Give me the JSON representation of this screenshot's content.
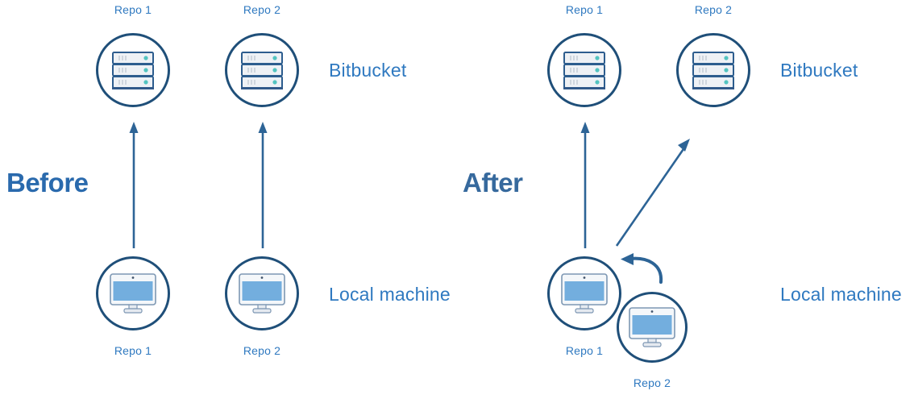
{
  "diagram": {
    "title_before": "Before",
    "title_after": "After",
    "colors": {
      "accent_blue": "#2f79c0",
      "heading_blue": "#2a6aad",
      "circle_border": "#1f4f79",
      "arrow": "#2d6496",
      "screen_blue": "#73aede",
      "server_dot_teal": "#53c4c0"
    }
  },
  "row_labels": {
    "remote_before": "Bitbucket",
    "local_before": "Local machine",
    "remote_after": "Bitbucket",
    "local_after": "Local machine"
  },
  "before": {
    "heading": "Before",
    "remote_nodes": [
      {
        "caption": "Repo 1",
        "icon": "server-icon"
      },
      {
        "caption": "Repo 2",
        "icon": "server-icon"
      }
    ],
    "local_nodes": [
      {
        "caption": "Repo 1",
        "icon": "monitor-icon"
      },
      {
        "caption": "Repo 2",
        "icon": "monitor-icon"
      }
    ]
  },
  "after": {
    "heading": "After",
    "remote_nodes": [
      {
        "caption": "Repo 1",
        "icon": "server-icon"
      },
      {
        "caption": "Repo 2",
        "icon": "server-icon"
      }
    ],
    "local_nodes": [
      {
        "caption": "Repo 1",
        "icon": "monitor-icon"
      },
      {
        "caption": "Repo 2",
        "icon": "monitor-icon"
      }
    ]
  }
}
